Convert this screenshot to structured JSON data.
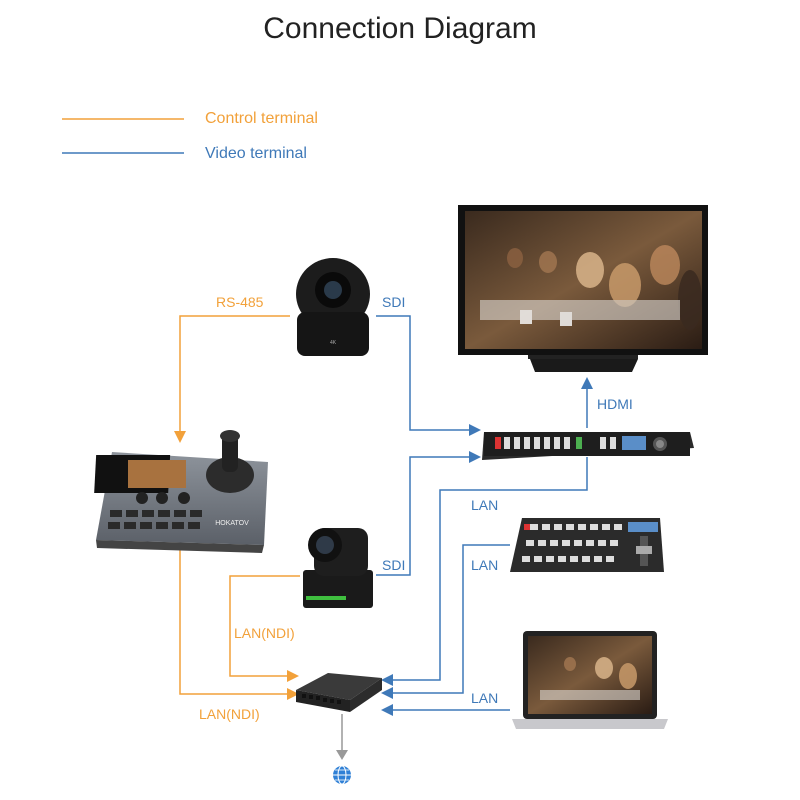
{
  "title": "Connection Diagram",
  "legend": {
    "control": "Control terminal",
    "video": "Video terminal"
  },
  "labels": {
    "rs485": "RS-485",
    "sdi_top": "SDI",
    "hdmi": "HDMI",
    "lan_switcher": "LAN",
    "lan_panel": "LAN",
    "sdi_mid": "SDI",
    "lan_ndi_cam": "LAN(NDI)",
    "lan_ndi_controller": "LAN(NDI)",
    "lan_laptop": "LAN"
  },
  "devices": {
    "controller_brand": "HOKATOV",
    "camera_badge": "4K"
  },
  "colors": {
    "control_line": "#f2a13a",
    "video_line": "#3f79b8"
  }
}
